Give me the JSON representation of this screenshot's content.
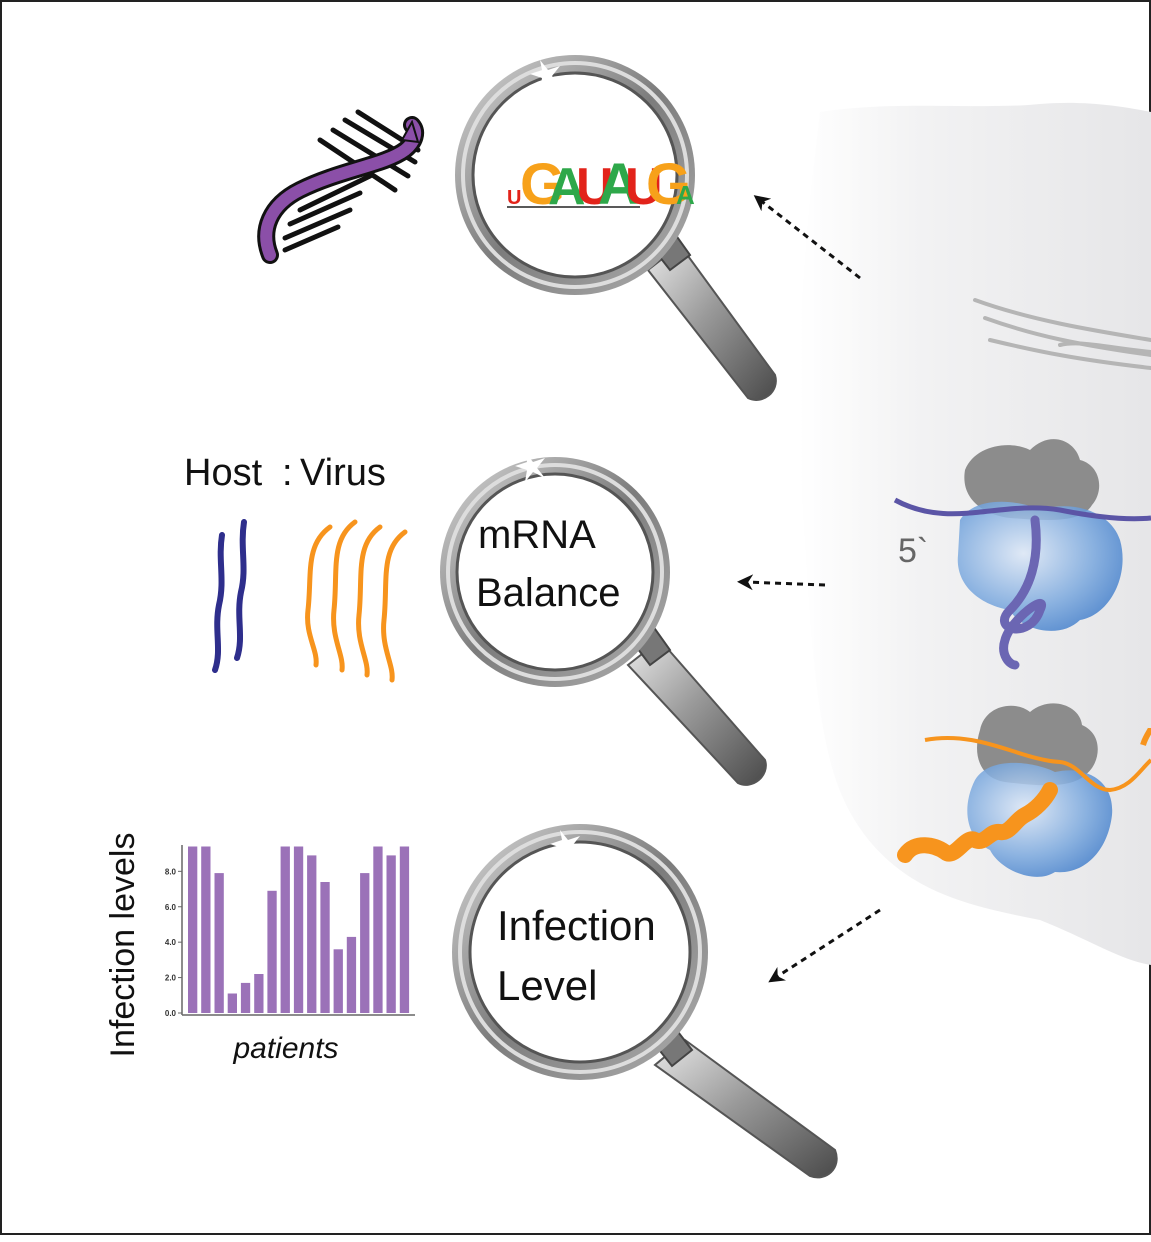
{
  "motif": {
    "letters": [
      "U",
      "G",
      "A",
      "U",
      "A",
      "U",
      "G",
      "A"
    ],
    "colors": {
      "U": "#e2231a",
      "G": "#f7a11a",
      "A": "#2ea84a"
    }
  },
  "balance": {
    "label_host": "Host",
    "label_sep": ":",
    "label_virus": "Virus",
    "lens_line1": "mRNA",
    "lens_line2": "Balance",
    "host_color": "#2e2e8c",
    "virus_color": "#f7941d"
  },
  "infection": {
    "lens_line1": "Infection",
    "lens_line2": "Level"
  },
  "ribosome": {
    "five_prime_label": "5`"
  },
  "chart_data": {
    "type": "bar",
    "xlabel": "patients",
    "ylabel": "Infection levels",
    "ylim": [
      0,
      9.6
    ],
    "yticks": [
      "0.0",
      "2.0",
      "4.0",
      "6.0",
      "8.0"
    ],
    "values": [
      9.4,
      9.4,
      7.9,
      1.1,
      1.7,
      2.2,
      6.9,
      9.4,
      9.4,
      8.9,
      7.4,
      3.6,
      4.3,
      7.9,
      9.4,
      8.9,
      9.4
    ],
    "bar_color": "#9b72b8"
  },
  "colors": {
    "dna": "#8b4fa8",
    "cell": "#eeeeef",
    "lens_rim": "#8a8a8a",
    "arrow": "#111111"
  }
}
